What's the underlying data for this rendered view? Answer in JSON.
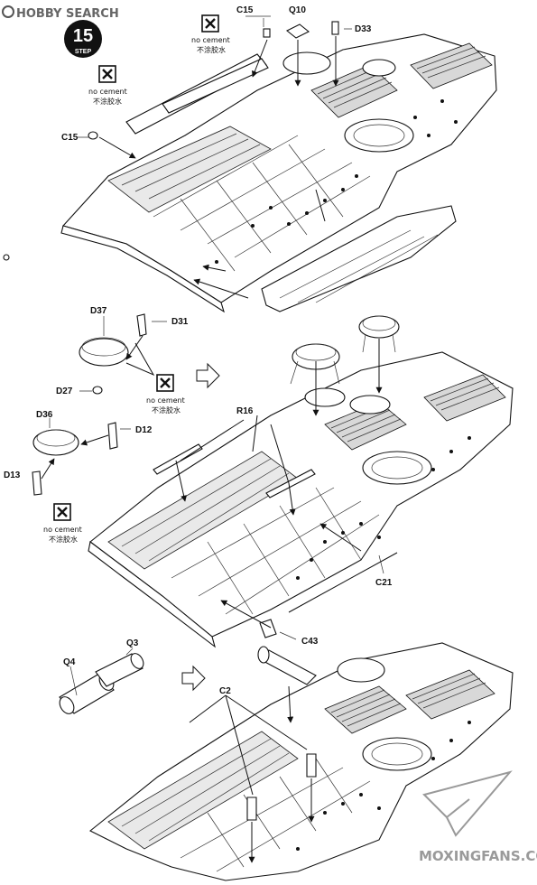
{
  "watermark_top": "HOBBY SEARCH",
  "step": {
    "number": "15",
    "label": "STEP"
  },
  "no_cement": {
    "en": "no cement",
    "zh": "不涂胶水"
  },
  "parts": {
    "c15a": "C15",
    "c15b": "C15",
    "q10": "Q10",
    "d33": "D33",
    "d37": "D37",
    "d31": "D31",
    "d27": "D27",
    "d36": "D36",
    "d12": "D12",
    "d13": "D13",
    "r16": "R16",
    "c21": "C21",
    "c43": "C43",
    "q3": "Q3",
    "q4": "Q4",
    "c2": "C2"
  },
  "watermark_bottom": "MOXINGFANS.COM",
  "colors": {
    "ink": "#111111",
    "paper": "#ffffff",
    "watermark": "#9a9a9a"
  }
}
